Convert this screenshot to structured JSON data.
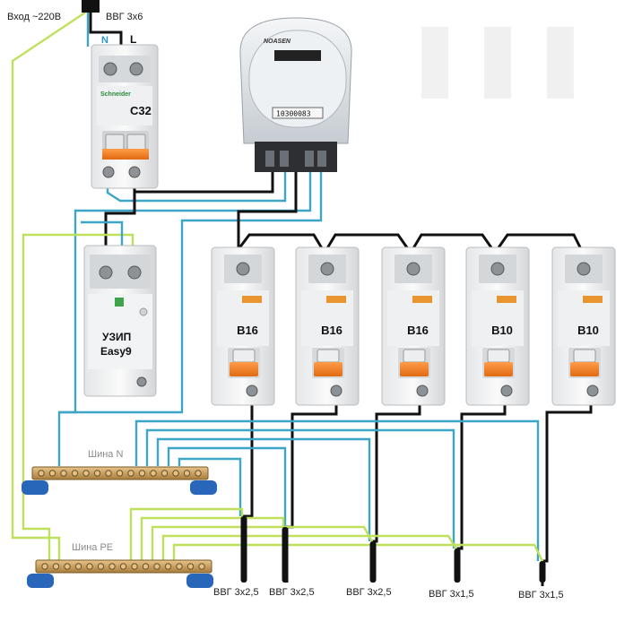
{
  "labels": {
    "input": "Вход ~220В",
    "input_cable": "ВВГ 3х6",
    "neutral": "N",
    "line": "L",
    "bus_n": "Шина N",
    "bus_pe": "Шина PE"
  },
  "main_breaker": {
    "rating": "C32",
    "brand": "Schneider"
  },
  "meter": {
    "brand": "NOASEN",
    "counter": "10300083"
  },
  "uzip": {
    "title": "УЗИП",
    "model": "Easy9"
  },
  "breakers": [
    {
      "rating": "B16"
    },
    {
      "rating": "B16"
    },
    {
      "rating": "B16"
    },
    {
      "rating": "B10"
    },
    {
      "rating": "B10"
    }
  ],
  "cables": [
    {
      "label": "ВВГ 3х2,5"
    },
    {
      "label": "ВВГ 3х2,5"
    },
    {
      "label": "ВВГ 3х2,5"
    },
    {
      "label": "ВВГ 3х1,5"
    },
    {
      "label": "ВВГ 3х1,5"
    }
  ],
  "colors": {
    "neutral_wire": "#3da6c7",
    "phase_wire": "#111111",
    "pe_wire": "#bfe05a",
    "handle": "#f07e23",
    "bus_cap": "#2766b8",
    "bus_bar": "#c9a063"
  }
}
